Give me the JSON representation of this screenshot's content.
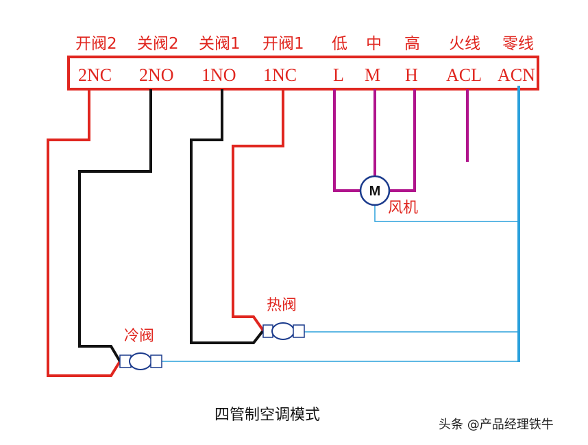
{
  "terminals": [
    {
      "name": "开阀2",
      "code": "2NC"
    },
    {
      "name": "关阀2",
      "code": "2NO"
    },
    {
      "name": "关阀1",
      "code": "1NO"
    },
    {
      "name": "开阀1",
      "code": "1NC"
    },
    {
      "name": "低",
      "code": "L"
    },
    {
      "name": "中",
      "code": "M"
    },
    {
      "name": "高",
      "code": "H"
    },
    {
      "name": "火线",
      "code": "ACL"
    },
    {
      "name": "零线",
      "code": "ACN"
    }
  ],
  "motor": {
    "symbol": "M",
    "label": "风机"
  },
  "valves": {
    "hot": "热阀",
    "cold": "冷阀"
  },
  "caption": "四管制空调模式",
  "watermark": "头条 @产品经理铁牛",
  "colors": {
    "red_wire": "#e0261f",
    "black_wire": "#111111",
    "magenta_wire": "#b0148c",
    "blue_wire": "#2aa0dc",
    "outline": "#1a3a8c"
  }
}
